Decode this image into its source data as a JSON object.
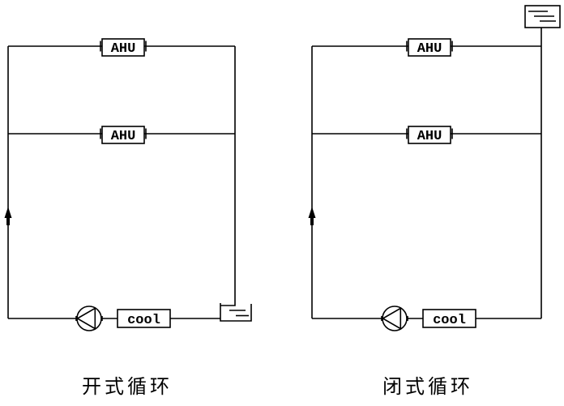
{
  "page": {
    "background_color": "#ffffff",
    "line_color": "#000000"
  },
  "diagrams": {
    "open": {
      "caption": "开式循环",
      "ahu_top_label": "AHU",
      "ahu_mid_label": "AHU",
      "cooler_label": "cool",
      "tank_type": "open-tank"
    },
    "closed": {
      "caption": "闭式循环",
      "ahu_top_label": "AHU",
      "ahu_mid_label": "AHU",
      "cooler_label": "cool",
      "tank_type": "expansion-tank"
    }
  }
}
